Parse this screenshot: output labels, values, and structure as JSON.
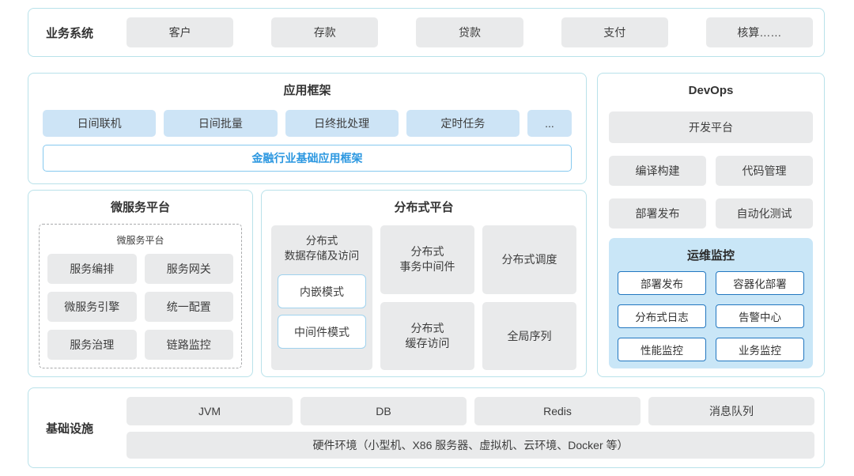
{
  "business_systems": {
    "label": "业务系统",
    "items": [
      "客户",
      "存款",
      "贷款",
      "支付",
      "核算……"
    ]
  },
  "app_framework": {
    "title": "应用框架",
    "items": [
      "日间联机",
      "日间批量",
      "日终批处理",
      "定时任务",
      "..."
    ],
    "base": "金融行业基础应用框架"
  },
  "microservice_platform": {
    "title": "微服务平台",
    "inner_title": "微服务平台",
    "items": [
      "服务编排",
      "服务网关",
      "微服务引擎",
      "统一配置",
      "服务治理",
      "链路监控"
    ]
  },
  "distributed_platform": {
    "title": "分布式平台",
    "storage": {
      "title": "分布式\n数据存储及访问",
      "modes": [
        "内嵌模式",
        "中间件模式"
      ]
    },
    "items": [
      "分布式\n事务中间件",
      "分布式调度",
      "分布式\n缓存访问",
      "全局序列"
    ]
  },
  "devops": {
    "title": "DevOps",
    "dev_platform": "开发平台",
    "items": [
      "编译构建",
      "代码管理",
      "部署发布",
      "自动化测试"
    ],
    "monitoring": {
      "title": "运维监控",
      "items": [
        "部署发布",
        "容器化部署",
        "分布式日志",
        "告警中心",
        "性能监控",
        "业务监控"
      ]
    }
  },
  "infrastructure": {
    "label": "基础设施",
    "items": [
      "JVM",
      "DB",
      "Redis",
      "消息队列"
    ],
    "hardware": "硬件环境（小型机、X86 服务器、虚拟机、云环境、Docker 等）"
  },
  "colors": {
    "panel_border": "#b9e2ea",
    "gray_box": "#e9eaeb",
    "blue_box": "#cde4f6",
    "accent_blue": "#2b97e0",
    "monitor_bg": "#c9e6f7",
    "monitor_border": "#2277c0"
  }
}
